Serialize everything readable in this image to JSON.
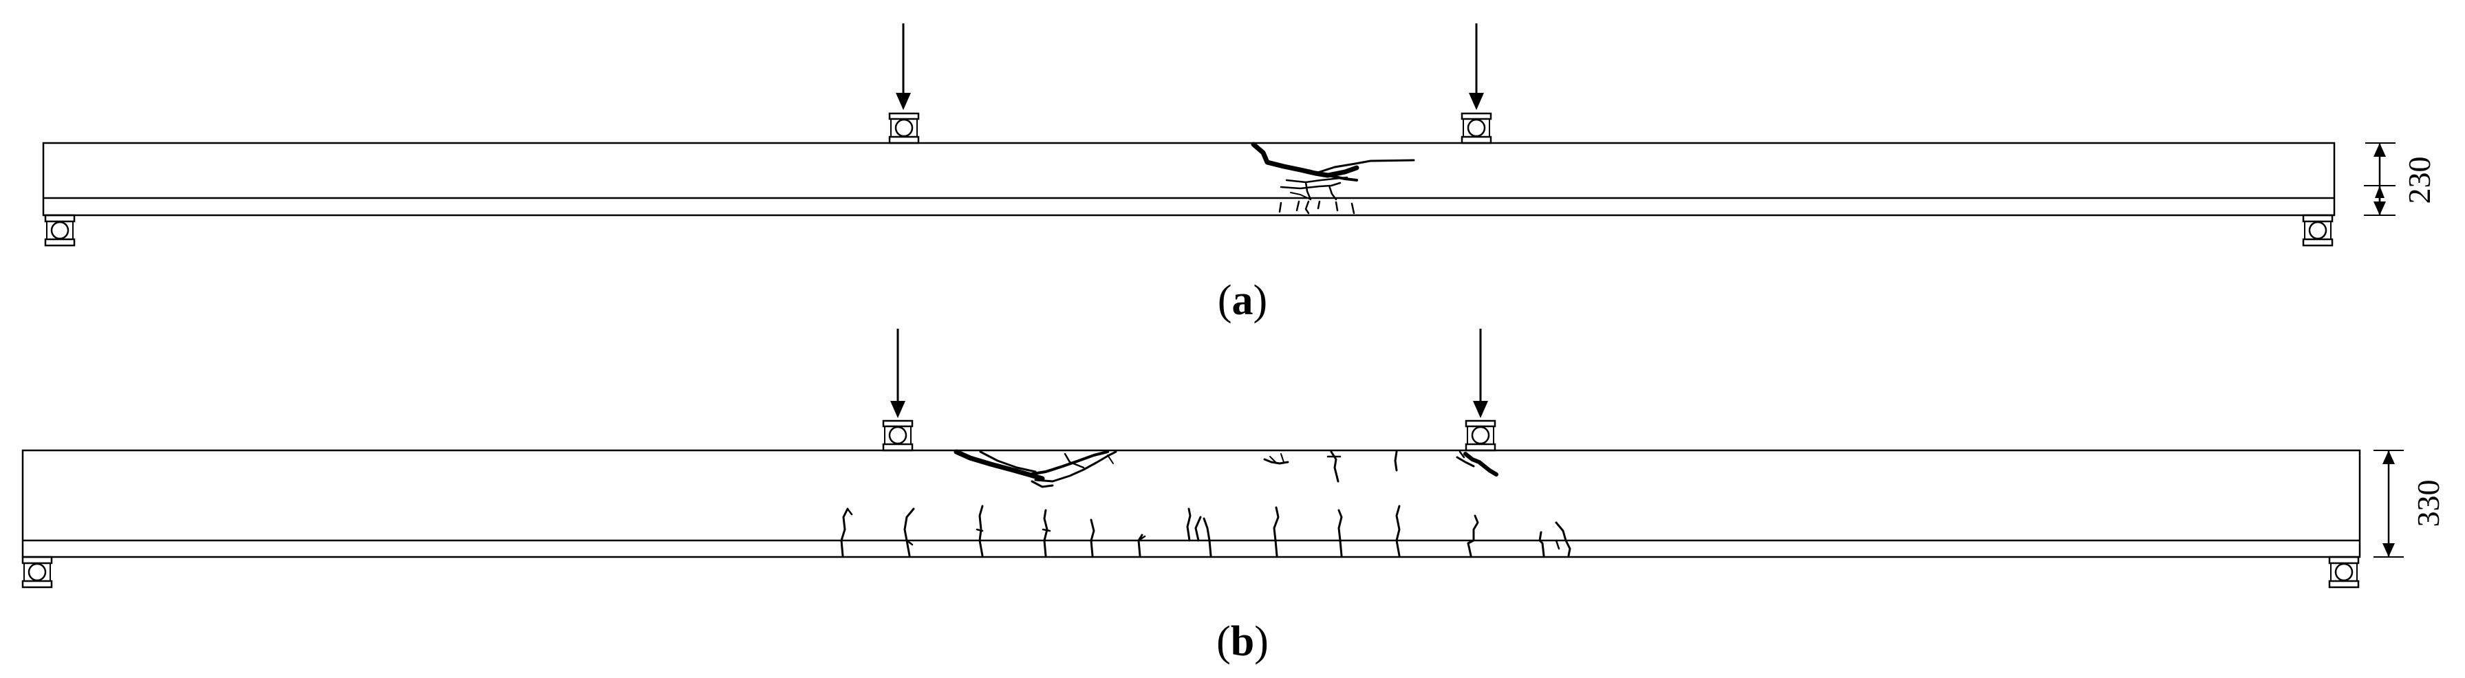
{
  "figure": {
    "panels": [
      {
        "id": "a",
        "caption_open": "(",
        "caption_letter": "a",
        "caption_close": ")",
        "depth_label": "230"
      },
      {
        "id": "b",
        "caption_open": "(",
        "caption_letter": "b",
        "caption_close": ")",
        "depth_label": "330"
      }
    ]
  },
  "colors": {
    "line": "#000000",
    "background": "#ffffff"
  }
}
